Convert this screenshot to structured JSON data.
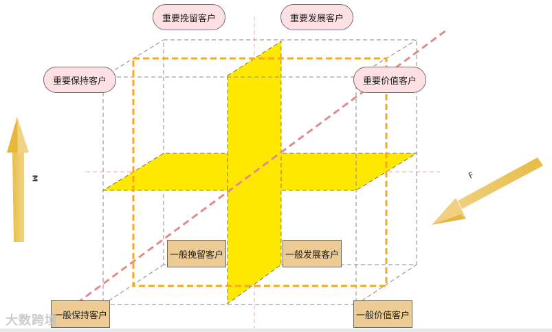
{
  "segments": {
    "important_retain": "重要挽留客户",
    "important_develop": "重要发展客户",
    "important_keep": "重要保持客户",
    "important_value": "重要价值客户",
    "general_retain": "一般挽留客户",
    "general_develop": "一般发展客户",
    "general_keep": "一般保持客户",
    "general_value": "一般价值客户"
  },
  "axes": {
    "m_label": "M",
    "f_label": "F"
  },
  "watermark": "大数跨境",
  "colors": {
    "plane": "#ffe800",
    "orange_frame": "#f5a623",
    "diagonal": "#e08a8a",
    "pill_fill": "#fde0e4",
    "box_fill": "#eccb94",
    "arrow": "#e8c050"
  }
}
